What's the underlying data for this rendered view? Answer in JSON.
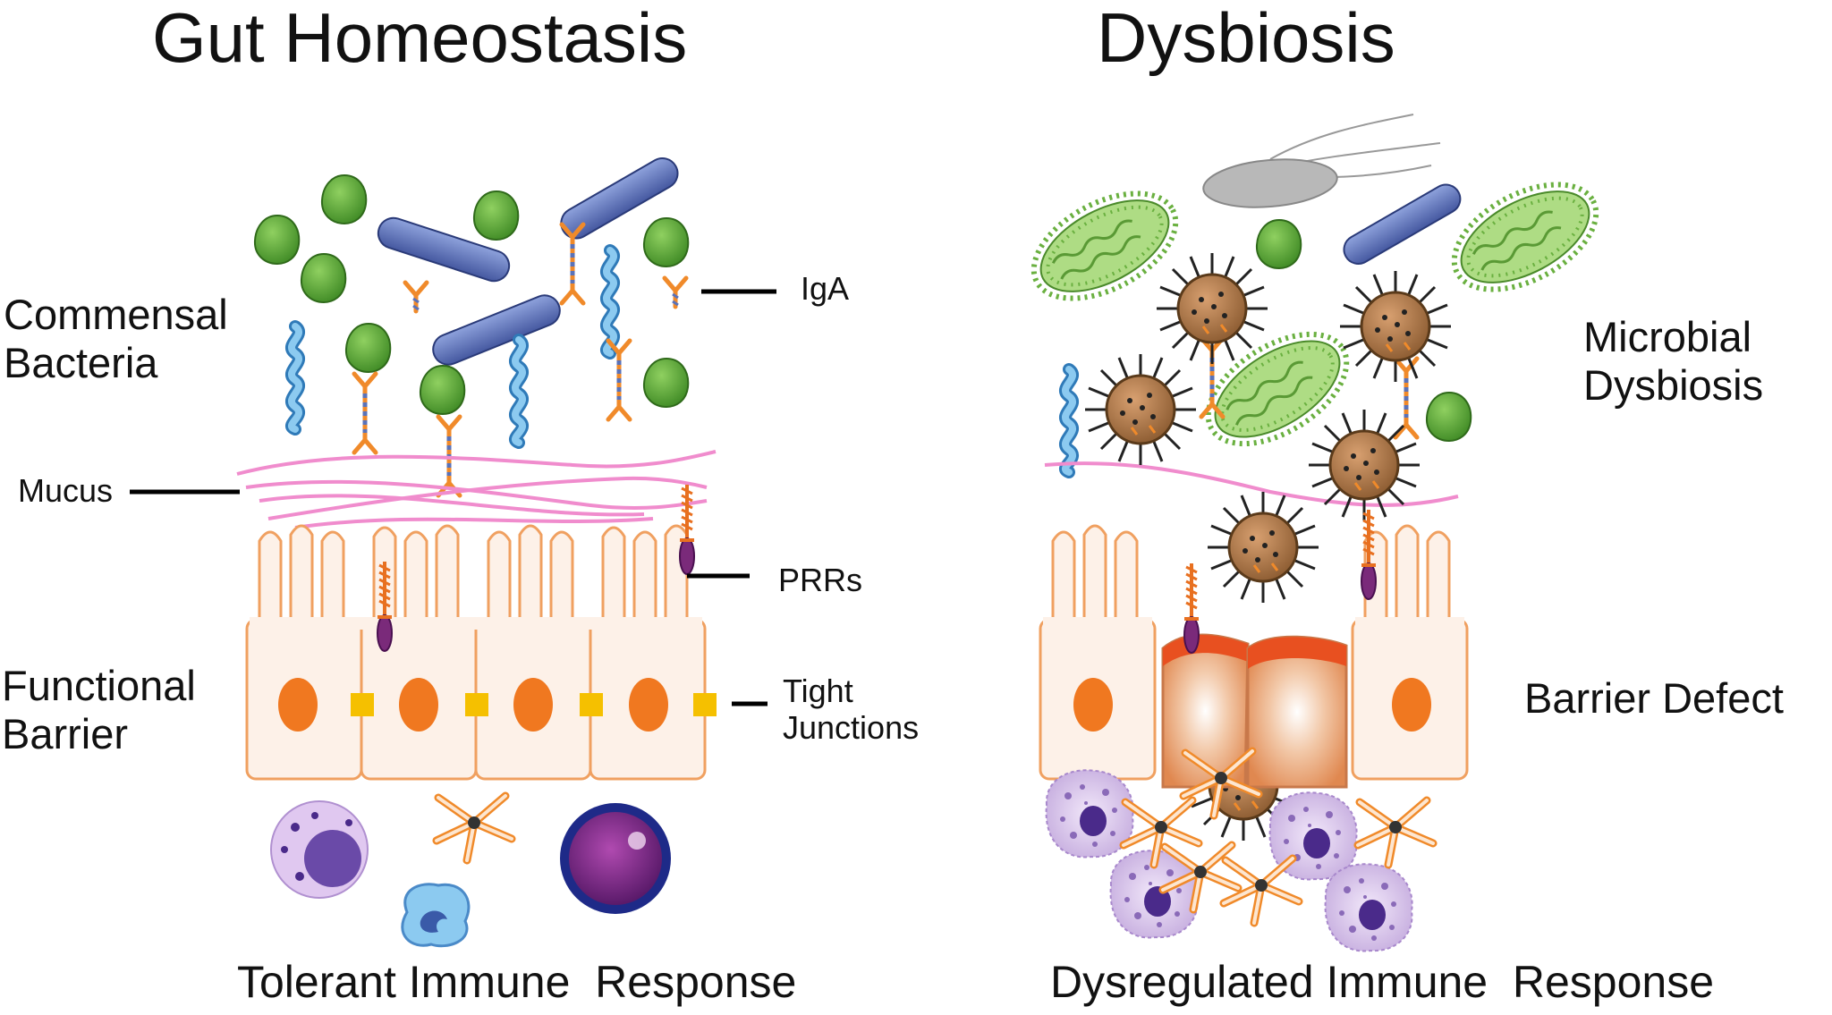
{
  "left_panel": {
    "title": "Gut Homeostasis",
    "labels": {
      "commensal_line1": "Commensal",
      "commensal_line2": "Bacteria",
      "iga": "IgA",
      "mucus": "Mucus",
      "prrs": "PRRs",
      "functional_line1": "Functional",
      "functional_line2": "Barrier",
      "tight_line1": "Tight",
      "tight_line2": "Junctions"
    },
    "bottom_caption": "Tolerant Immune  Response"
  },
  "right_panel": {
    "title": "Dysbiosis",
    "labels": {
      "microbial_line1": "Microbial",
      "microbial_line2": "Dysbiosis",
      "barrier_defect": "Barrier Defect"
    },
    "bottom_caption": "Dysregulated Immune  Response"
  },
  "colors": {
    "coccus_green": "#5fa23a",
    "rod_blue": "#5a72b8",
    "spiral_blue": "#5aaee0",
    "iga_orange": "#f08a2a",
    "mucus_pink": "#f08ccd",
    "cell_outline": "#f0a060",
    "cell_fill": "#fdf1e8",
    "nucleus": "#f07820",
    "tight_junction": "#f5c000",
    "prr_purple": "#7a2a7a",
    "pathogen_brown": "#b07a50",
    "hairy_green": "#8cc860",
    "immune_purple": "#6a4aa8"
  }
}
